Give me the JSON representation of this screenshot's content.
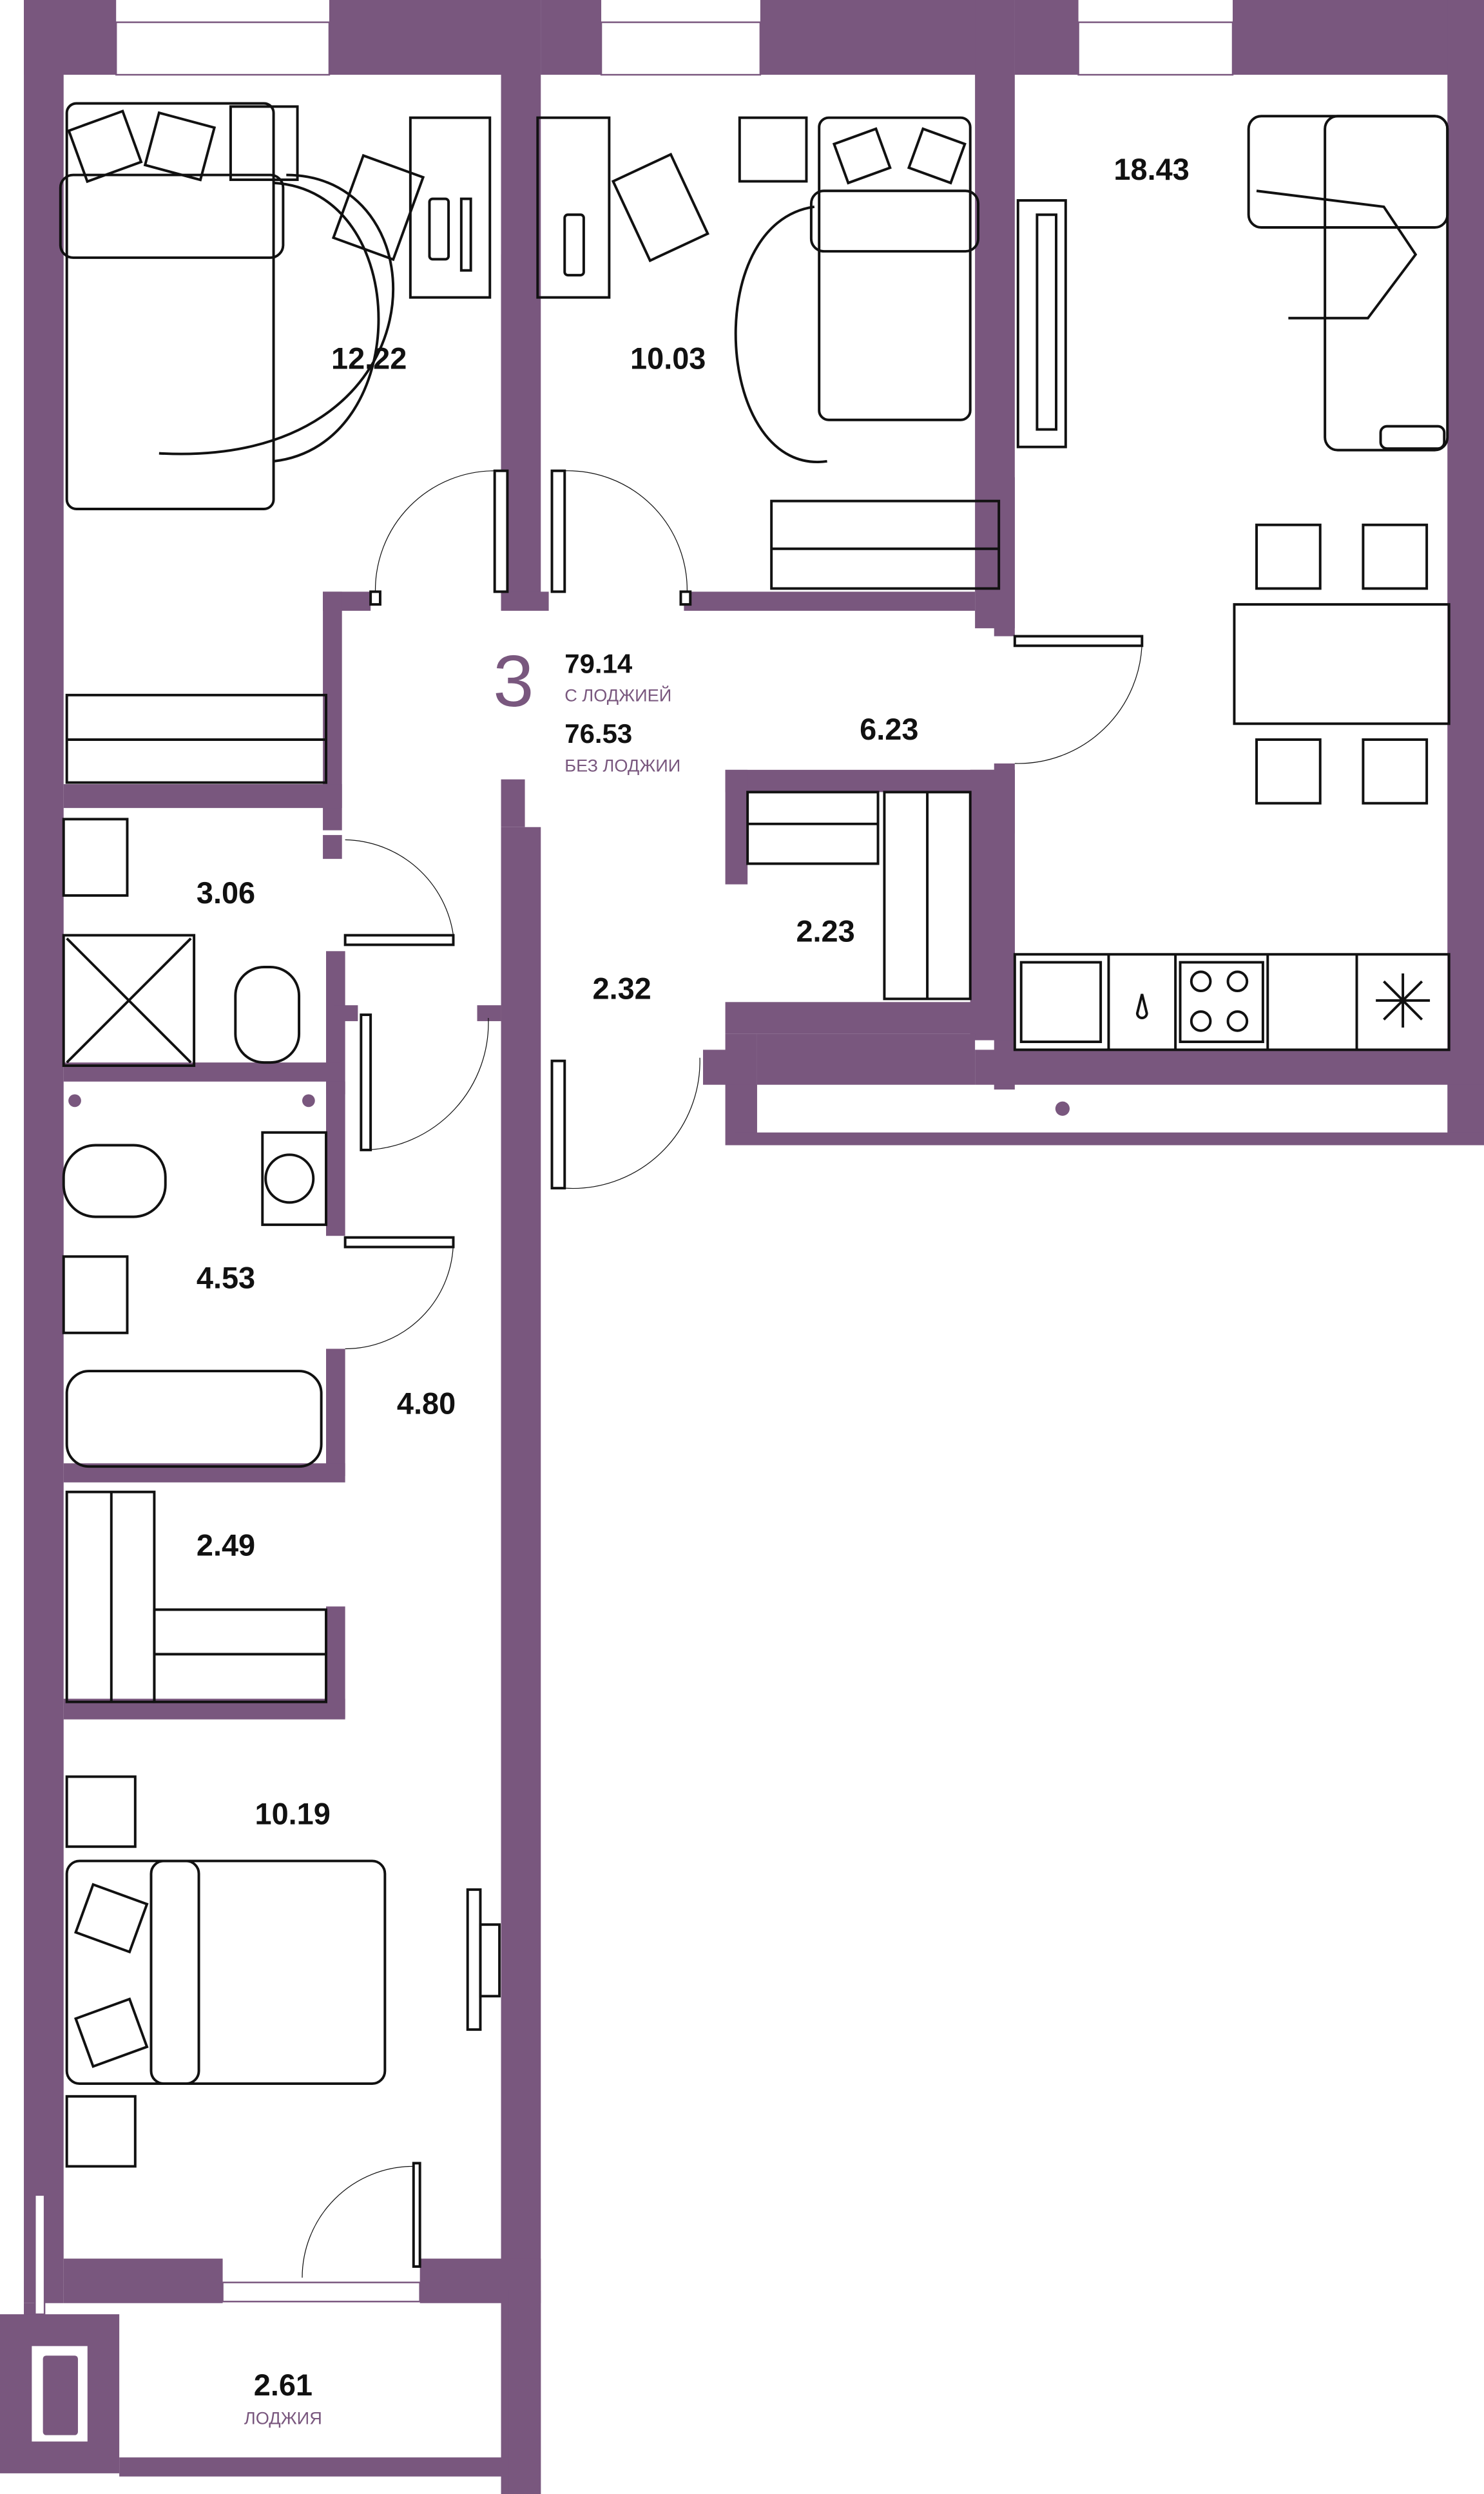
{
  "plan": {
    "room_count": "3",
    "total_with_loggia": "79.14",
    "total_with_loggia_label": "С ЛОДЖИЕЙ",
    "total_without_loggia": "76.53",
    "total_without_loggia_label": "БЕЗ ЛОДЖИИ",
    "colors": {
      "wall": "#79577E",
      "line": "#111111",
      "background": "#FFFFFF"
    }
  },
  "rooms": [
    {
      "id": "bedroom-1",
      "area": "12.22"
    },
    {
      "id": "bedroom-2",
      "area": "10.03"
    },
    {
      "id": "living-kitchen",
      "area": "18.43"
    },
    {
      "id": "hall",
      "area": "6.23"
    },
    {
      "id": "wardrobe-1",
      "area": "2.23"
    },
    {
      "id": "corridor-1",
      "area": "2.32"
    },
    {
      "id": "bathroom-1",
      "area": "3.06"
    },
    {
      "id": "bathroom-2",
      "area": "4.53"
    },
    {
      "id": "corridor-2",
      "area": "4.80"
    },
    {
      "id": "wardrobe-2",
      "area": "2.49"
    },
    {
      "id": "bedroom-3",
      "area": "10.19"
    },
    {
      "id": "loggia",
      "area": "2.61",
      "label": "ЛОДЖИЯ"
    }
  ]
}
